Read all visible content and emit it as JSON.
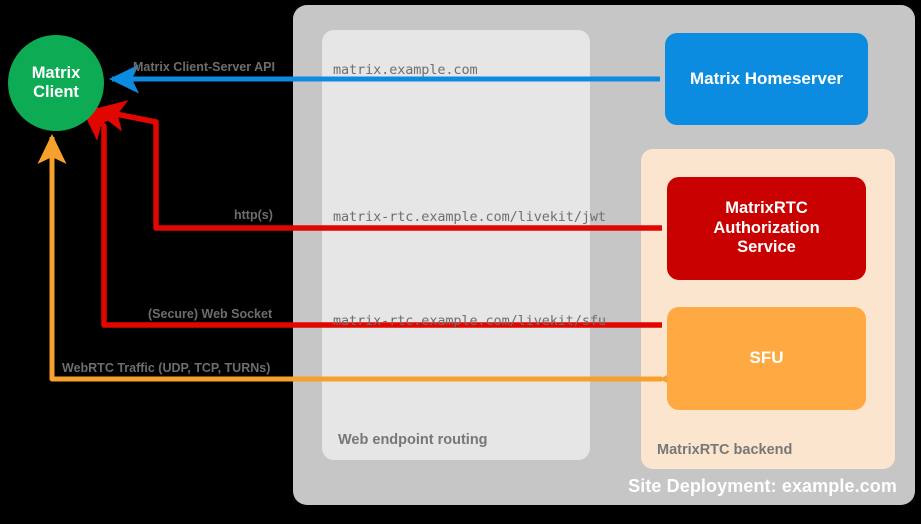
{
  "diagram": {
    "title": "Site Deployment: example.com",
    "client": {
      "line1": "Matrix",
      "line2": "Client"
    },
    "containers": {
      "site": {
        "label": "Site Deployment: example.com",
        "color": "#c6c6c6"
      },
      "routing": {
        "label": "Web endpoint routing",
        "color": "#e6e6e6"
      },
      "backend": {
        "label": "MatrixRTC backend",
        "color": "#fce5cf"
      }
    },
    "nodes": [
      {
        "name": "matrix-homeserver",
        "label": "Matrix Homeserver",
        "color": "#0c8ce0"
      },
      {
        "name": "matrixrtc-authorization-service",
        "label": "MatrixRTC\nAuthorization\nService",
        "line1": "MatrixRTC",
        "line2": "Authorization",
        "line3": "Service",
        "color": "#c90000"
      },
      {
        "name": "sfu",
        "label": "SFU",
        "color": "#ffa943"
      }
    ],
    "connections": [
      {
        "name": "matrix-client-server-api",
        "protocol_label": "Matrix Client-Server API",
        "endpoint": "matrix.example.com",
        "color": "#0c8ce0"
      },
      {
        "name": "livekit-jwt",
        "protocol_label": "http(s)",
        "endpoint": "matrix-rtc.example.com/livekit/jwt",
        "color": "#e10600"
      },
      {
        "name": "livekit-sfu",
        "protocol_label": "(Secure) Web Socket",
        "endpoint": "matrix-rtc.example.com/livekit/sfu",
        "color": "#e10600"
      },
      {
        "name": "webrtc-traffic",
        "protocol_label": "WebRTC Traffic (UDP, TCP, TURNs)",
        "endpoint": "",
        "color": "#f7a12c"
      }
    ]
  }
}
